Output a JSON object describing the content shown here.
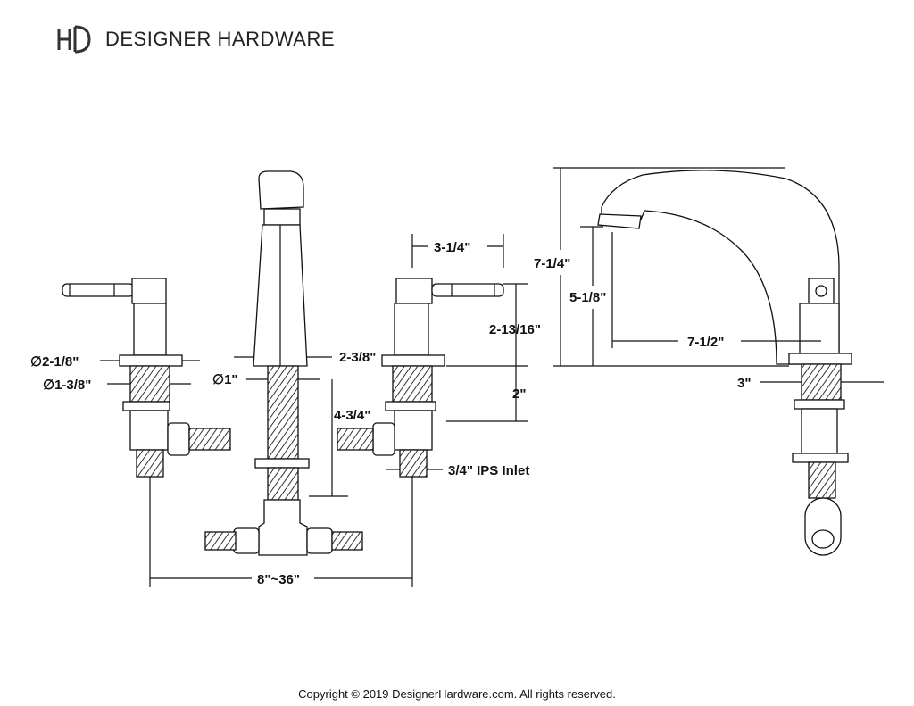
{
  "brand": {
    "logo_letters": "HD",
    "name": "DESIGNER HARDWARE"
  },
  "dimensions": {
    "handle_flange_dia": "∅2-1/8\"",
    "handle_shank_dia": "∅1-3/8\"",
    "spout_shank_dia": "∅1\"",
    "spout_base_width": "2-3/8\"",
    "spout_shank_length": "4-3/4\"",
    "handle_reach": "3-1/4\"",
    "handle_height": "2-13/16\"",
    "deck_thickness": "2\"",
    "inlet": "3/4\" IPS Inlet",
    "spread": "8\"~36\"",
    "overall_height": "7-1/4\"",
    "spout_outlet_height": "5-1/8\"",
    "spout_reach": "7-1/2\"",
    "side_shank": "3\""
  },
  "footer": {
    "copyright": "Copyright © 2019 DesignerHardware.com. All rights reserved."
  }
}
